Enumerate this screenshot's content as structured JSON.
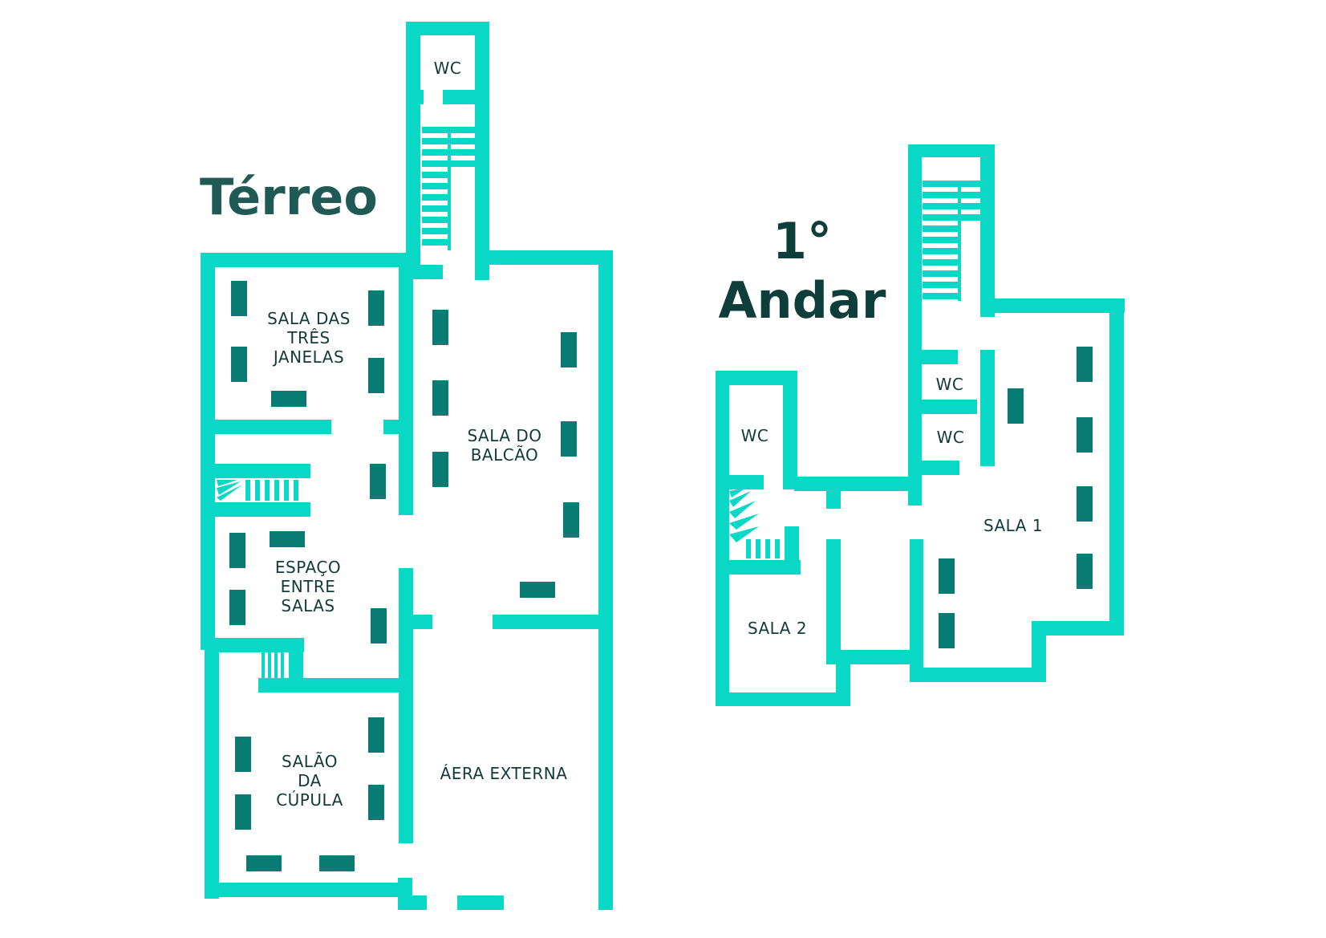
{
  "titles": {
    "ground_floor": "Térreo",
    "first_floor_line1": "1°",
    "first_floor_line2": "Andar"
  },
  "rooms": {
    "terreo": {
      "wc": "WC",
      "tres_janelas_l1": "SALA DAS",
      "tres_janelas_l2": "TRÊS",
      "tres_janelas_l3": "JANELAS",
      "balcao_l1": "SALA DO",
      "balcao_l2": "BALCÃO",
      "entre_salas_l1": "ESPAÇO",
      "entre_salas_l2": "ENTRE",
      "entre_salas_l3": "SALAS",
      "cupula_l1": "SALÃO",
      "cupula_l2": "DA",
      "cupula_l3": "CÚPULA",
      "externa": "ÁERA EXTERNA"
    },
    "andar1": {
      "wc_left": "WC",
      "wc_top": "WC",
      "wc_bottom": "WC",
      "sala1": "SALA 1",
      "sala2": "SALA 2"
    }
  },
  "colors": {
    "wall": "#0ad8c6",
    "exhibit": "#087c72",
    "title": "#205a55",
    "label": "#123a38",
    "background": "#ffffff"
  }
}
